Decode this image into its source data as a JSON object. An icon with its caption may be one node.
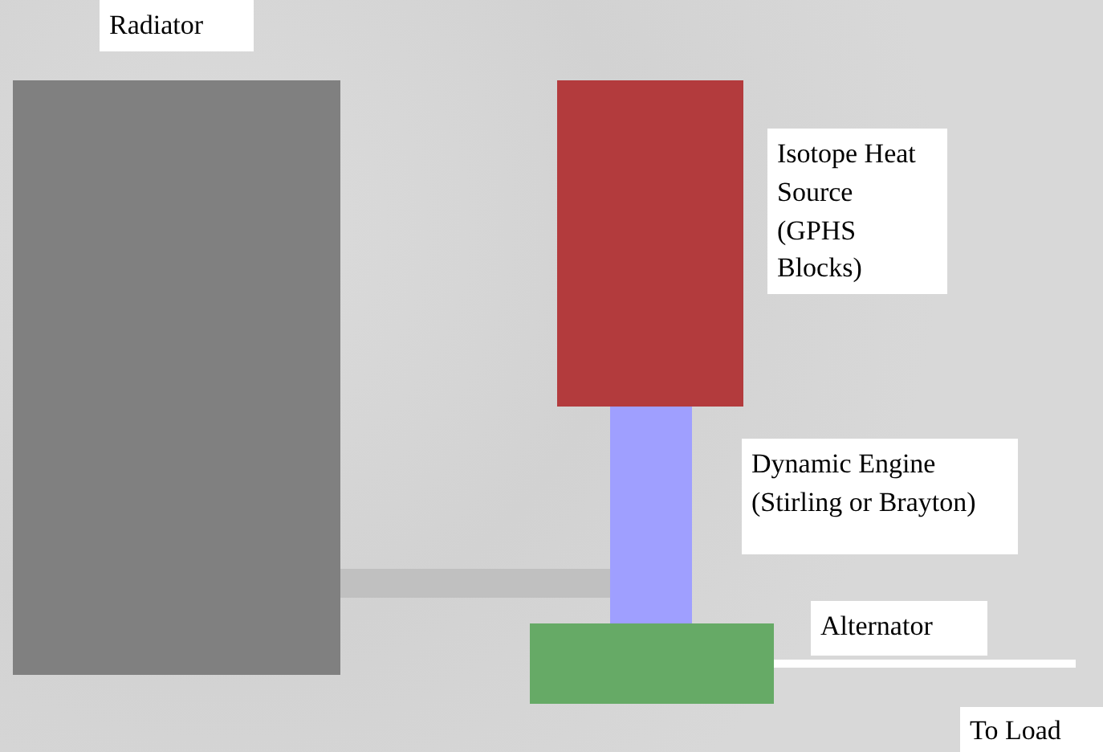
{
  "diagram": {
    "nodes": [
      {
        "text": [
          "Radiator"
        ]
      },
      {
        "text": [
          "Isotope Heat Source (GPHS Blocks)"
        ]
      },
      {
        "text": [
          "Dynamic Engine (Stirling or Brayton)"
        ]
      },
      {
        "text": [
          "Alternator"
        ]
      }
    ],
    "edges": [
      {
        "from": 0,
        "to": 2,
        "arrow": "none",
        "style": "thick",
        "color": "#c0c0c0"
      },
      {
        "from": 3,
        "to": null,
        "arrow": "none",
        "label": "To Load",
        "color": "#ffffff"
      }
    ]
  }
}
